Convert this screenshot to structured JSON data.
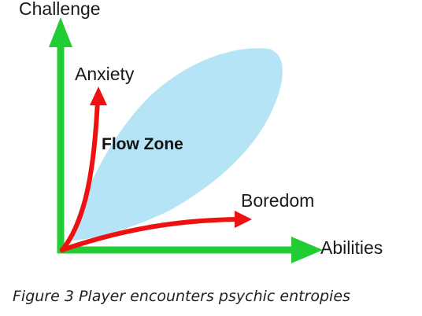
{
  "labels": {
    "y_axis": "Challenge",
    "x_axis": "Abilities",
    "anxiety": "Anxiety",
    "boredom": "Boredom",
    "flow_zone": "Flow Zone"
  },
  "caption": "Figure 3 Player encounters psychic entropies",
  "colors": {
    "axis": "#22cc33",
    "arrow": "#ee1111",
    "zone": "#b4e4f6",
    "text": "#1a1a1a"
  }
}
